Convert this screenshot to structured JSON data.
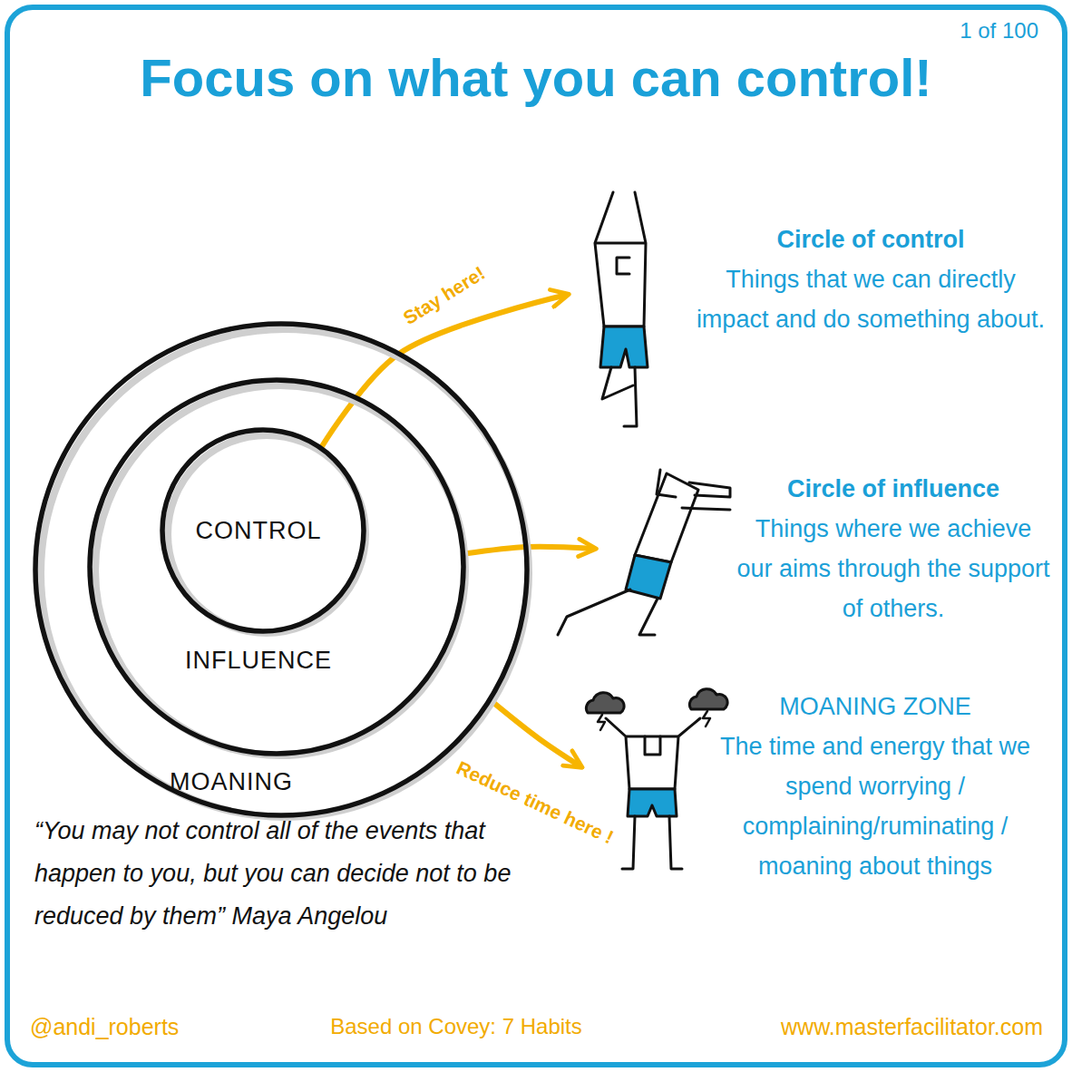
{
  "diagram": {
    "title": "Focus on what you can control!",
    "nodes": [
      {
        "text": [
          "MOANING"
        ]
      },
      {
        "text": [
          "INFLUENCE"
        ],
        "in": 0
      },
      {
        "text": [
          "CONTROL"
        ],
        "in": 1
      },
      {
        "text": [
          "Circle of control",
          "Things that we can directly impact and do something about."
        ]
      },
      {
        "text": [
          "Circle of influence",
          "Things where we achieve our aims through the support of others."
        ]
      },
      {
        "text": [
          "MOANING ZONE",
          "The time and energy that we spend worrying / complaining/ruminating / moaning about things"
        ]
      }
    ],
    "edges": [
      {
        "from": 2,
        "to": 3,
        "arrow": "to",
        "label": "Stay here!"
      },
      {
        "from": 1,
        "to": 4,
        "arrow": "to"
      },
      {
        "from": 0,
        "to": 5,
        "arrow": "to",
        "label": "Reduce time here !"
      }
    ],
    "labels": [
      "1 of 100",
      "“You may not control all of the events that happen to you, but you can decide not to be reduced by them” Maya Angelou",
      "@andi_roberts",
      "Based on Covey: 7 Habits",
      "www.masterfacilitator.com"
    ]
  }
}
